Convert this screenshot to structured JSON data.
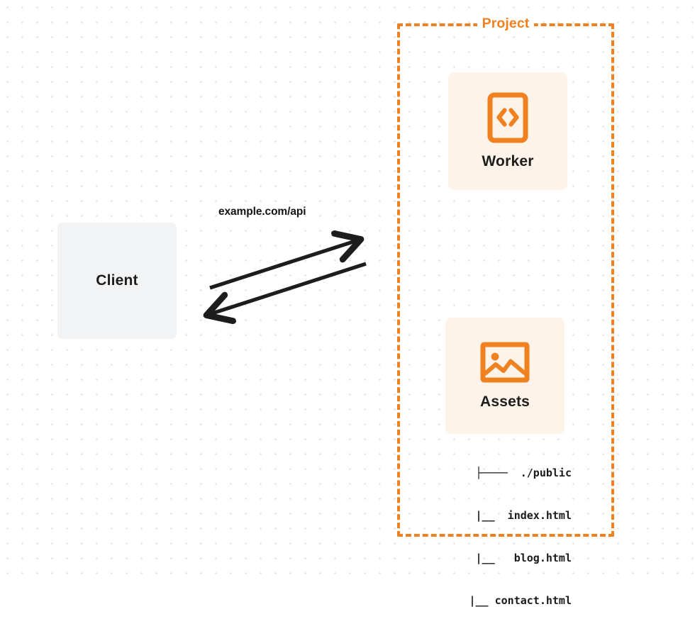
{
  "diagram": {
    "type": "architecture-flow",
    "background": {
      "style": "dot-grid",
      "dot_color": "#e6e6e6",
      "page_color": "#ffffff"
    },
    "colors": {
      "accent_orange": "#f08120",
      "card_cream": "#fdf3e8",
      "client_gray": "#f2f3f4",
      "text_dark": "#1d1d1d",
      "arrow_black": "#1d1d1d"
    },
    "client": {
      "label": "Client"
    },
    "connection": {
      "label": "example.com/api",
      "request_direction": "client-to-project",
      "response_direction": "project-to-client"
    },
    "project": {
      "title": "Project",
      "border_style": "dashed",
      "nodes": [
        {
          "id": "worker",
          "label": "Worker",
          "icon": "code-brackets-icon"
        },
        {
          "id": "assets",
          "label": "Assets",
          "icon": "image-picture-icon"
        }
      ],
      "file_tree": [
        "├────  ./public",
        "      |__  index.html",
        "      |__   blog.html",
        "      |__ contact.html"
      ]
    }
  }
}
